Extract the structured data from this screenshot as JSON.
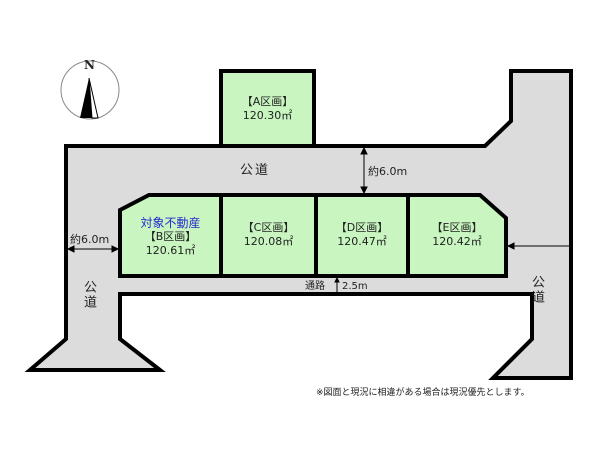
{
  "compass": {
    "label": "N"
  },
  "roads": {
    "main_road_label": "公道",
    "left_road_label": "公道",
    "right_road_label": "公道",
    "passage_label": "通路",
    "passage_width": "2.5m",
    "main_road_width": "約6.0m",
    "left_road_width": "約6.0m"
  },
  "lots": [
    {
      "id": "A",
      "name": "【A区画】",
      "area": "120.30㎡",
      "subject": ""
    },
    {
      "id": "B",
      "name": "【B区画】",
      "area": "120.61㎡",
      "subject": "対象不動産"
    },
    {
      "id": "C",
      "name": "【C区画】",
      "area": "120.08㎡",
      "subject": ""
    },
    {
      "id": "D",
      "name": "【D区画】",
      "area": "120.47㎡",
      "subject": ""
    },
    {
      "id": "E",
      "name": "【E区画】",
      "area": "120.42㎡",
      "subject": ""
    }
  ],
  "colors": {
    "lot_fill": "#c8f5c0",
    "road_fill": "#dcdcdc",
    "outline": "#000000",
    "subject_text": "#2a2ad0"
  },
  "footnote": "※図面と現況に相違がある場合は現況優先とします。"
}
